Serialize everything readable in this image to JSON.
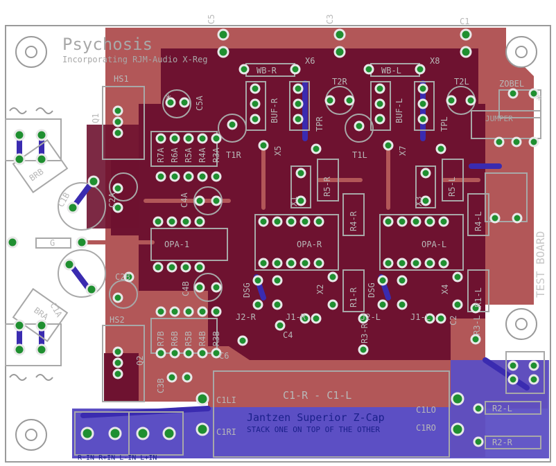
{
  "board": {
    "title": "Psychosis",
    "subtitle": "Incorporating RJM-Audio X-Reg",
    "side_label": "TEST BOARD",
    "cap_title": "C1-R   -   C1-L",
    "cap_brand": "Jantzen Superior Z-Cap",
    "cap_note": "STACK ONE ON TOP OF THE OTHER",
    "connector_labels": "R-IN  R+IN  L-IN  L+IN",
    "jumper_label": "JUMPER"
  },
  "colors": {
    "top_copper": "#6e1230",
    "top_copper_light": "#b25758",
    "bottom_copper": "#5c4fc4",
    "bottom_trace": "#3a2bb0",
    "pad": "#1f8f30",
    "silk": "#a8a8a8",
    "outline": "#9a9a9a"
  },
  "labels": [
    {
      "text": "C5",
      "name": "label-c5"
    },
    {
      "text": "C3",
      "name": "label-c3"
    },
    {
      "text": "C1",
      "name": "label-c1"
    },
    {
      "text": "HS1",
      "name": "label-hs1"
    },
    {
      "text": "HS2",
      "name": "label-hs2"
    },
    {
      "text": "X6",
      "name": "label-x6"
    },
    {
      "text": "X8",
      "name": "label-x8"
    },
    {
      "text": "T2R",
      "name": "label-t2r"
    },
    {
      "text": "T2L",
      "name": "label-t2l"
    },
    {
      "text": "T1R",
      "name": "label-t1r"
    },
    {
      "text": "T1L",
      "name": "label-t1l"
    },
    {
      "text": "WB-R",
      "name": "label-wb-r"
    },
    {
      "text": "WB-L",
      "name": "label-wb-l"
    },
    {
      "text": "ZOBEL",
      "name": "label-zobel"
    },
    {
      "text": "C5A",
      "name": "label-c5a"
    },
    {
      "text": "R7A",
      "name": "label-r7a"
    },
    {
      "text": "R6A",
      "name": "label-r6a"
    },
    {
      "text": "R5A",
      "name": "label-r5a"
    },
    {
      "text": "R4A",
      "name": "label-r4a"
    },
    {
      "text": "R3A",
      "name": "label-r3a"
    },
    {
      "text": "R7B",
      "name": "label-r7b"
    },
    {
      "text": "R6B",
      "name": "label-r6b"
    },
    {
      "text": "R5B",
      "name": "label-r5b"
    },
    {
      "text": "R4B",
      "name": "label-r4b"
    },
    {
      "text": "R3B",
      "name": "label-r3b"
    },
    {
      "text": "OPA-1",
      "name": "label-opa-1"
    },
    {
      "text": "OPA-R",
      "name": "label-opa-r"
    },
    {
      "text": "OPA-L",
      "name": "label-opa-l"
    },
    {
      "text": "C4A",
      "name": "label-c4a"
    },
    {
      "text": "C4B",
      "name": "label-c4b"
    },
    {
      "text": "C1B",
      "name": "label-c1b"
    },
    {
      "text": "C1A",
      "name": "label-c1a"
    },
    {
      "text": "C2B",
      "name": "label-c2b"
    },
    {
      "text": "C2A",
      "name": "label-c2a"
    },
    {
      "text": "C3B",
      "name": "label-c3b"
    },
    {
      "text": "R5-R",
      "name": "label-r5-r"
    },
    {
      "text": "R5-L",
      "name": "label-r5-l"
    },
    {
      "text": "R4-R",
      "name": "label-r4-r"
    },
    {
      "text": "R4-L",
      "name": "label-r4-l"
    },
    {
      "text": "R1-R",
      "name": "label-r1-r"
    },
    {
      "text": "R1-L",
      "name": "label-r1-l"
    },
    {
      "text": "R3-R",
      "name": "label-r3-r"
    },
    {
      "text": "R3-L",
      "name": "label-r3-l"
    },
    {
      "text": "R2-R",
      "name": "label-r2-r"
    },
    {
      "text": "R2-L",
      "name": "label-r2-l"
    },
    {
      "text": "X1",
      "name": "label-x1"
    },
    {
      "text": "X2",
      "name": "label-x2"
    },
    {
      "text": "X3",
      "name": "label-x3"
    },
    {
      "text": "X4",
      "name": "label-x4"
    },
    {
      "text": "X5",
      "name": "label-x5"
    },
    {
      "text": "X7",
      "name": "label-x7"
    },
    {
      "text": "J2-R",
      "name": "label-j2-r"
    },
    {
      "text": "J1-R",
      "name": "label-j1-r"
    },
    {
      "text": "J2-L",
      "name": "label-j2-l"
    },
    {
      "text": "J1-L",
      "name": "label-j1-l"
    },
    {
      "text": "C4",
      "name": "label-c4"
    },
    {
      "text": "C6",
      "name": "label-c6"
    },
    {
      "text": "C2",
      "name": "label-c2"
    },
    {
      "text": "BRB",
      "name": "label-brb"
    },
    {
      "text": "BRA",
      "name": "label-bra"
    },
    {
      "text": "G",
      "name": "label-g"
    },
    {
      "text": "C1LI",
      "name": "label-c1li"
    },
    {
      "text": "C1RI",
      "name": "label-c1ri"
    },
    {
      "text": "C1LO",
      "name": "label-c1lo"
    },
    {
      "text": "C1RO",
      "name": "label-c1ro"
    },
    {
      "text": "BUF-R",
      "name": "label-buf-r"
    },
    {
      "text": "BUF-L",
      "name": "label-buf-l"
    },
    {
      "text": "TPR",
      "name": "label-tpr"
    },
    {
      "text": "TPL",
      "name": "label-tpl"
    },
    {
      "text": "DSG",
      "name": "label-dsg-r"
    },
    {
      "text": "DSG",
      "name": "label-dsg-l"
    },
    {
      "text": "Q1",
      "name": "label-q1"
    },
    {
      "text": "Q2",
      "name": "label-q2"
    }
  ]
}
